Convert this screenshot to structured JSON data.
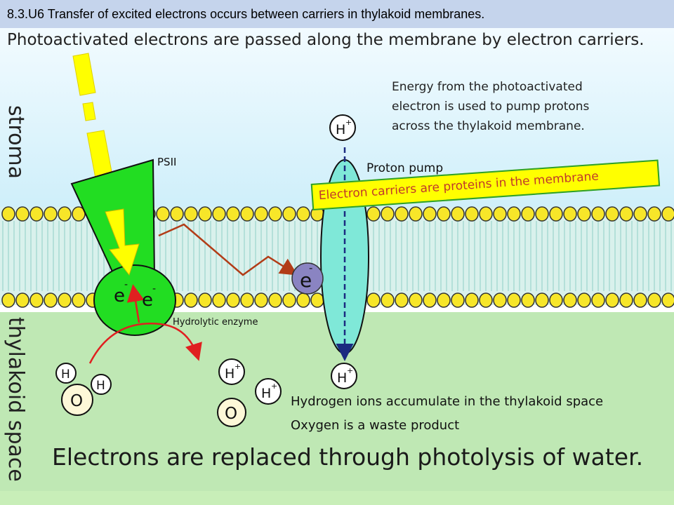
{
  "banner_text": "8.3.U6 Transfer of excited electrons occurs between carriers in thylakoid membranes.",
  "heading": "Photoactivated electrons are passed along the membrane by electron carriers.",
  "footer_title": "Electrons are replaced through photolysis of water.",
  "stroma_label": "stroma",
  "thylakoid_label": "thylakoid space",
  "psii_label": "PSII",
  "proton_pump_label": "Proton pump",
  "energy_text": [
    "Energy from the photoactivated",
    "electron is used to pump protons",
    "across the thylakoid membrane."
  ],
  "callout_text": "Electron carriers are proteins in the membrane",
  "hydrolytic_label": "Hydrolytic enzyme",
  "accumulate_text": "Hydrogen ions accumulate in the thylakoid space",
  "oxygen_text": "Oxygen is a waste product",
  "symbols": {
    "electron": "e",
    "minus": "-",
    "proton": "H",
    "plus": "+",
    "hydrogen": "H",
    "oxygen": "O"
  },
  "colors": {
    "stroma": "#dff3fa",
    "membrane": "#d9f1ec",
    "thylakoid": "#bfe8b4",
    "lipid": "#f7e629",
    "psii": "#22dd22",
    "pump": "#7fe8d8",
    "carrier": "#8a84c2",
    "electron_path": "#b23c17",
    "light": "#ffff00",
    "water_arrow": "#e02020"
  }
}
